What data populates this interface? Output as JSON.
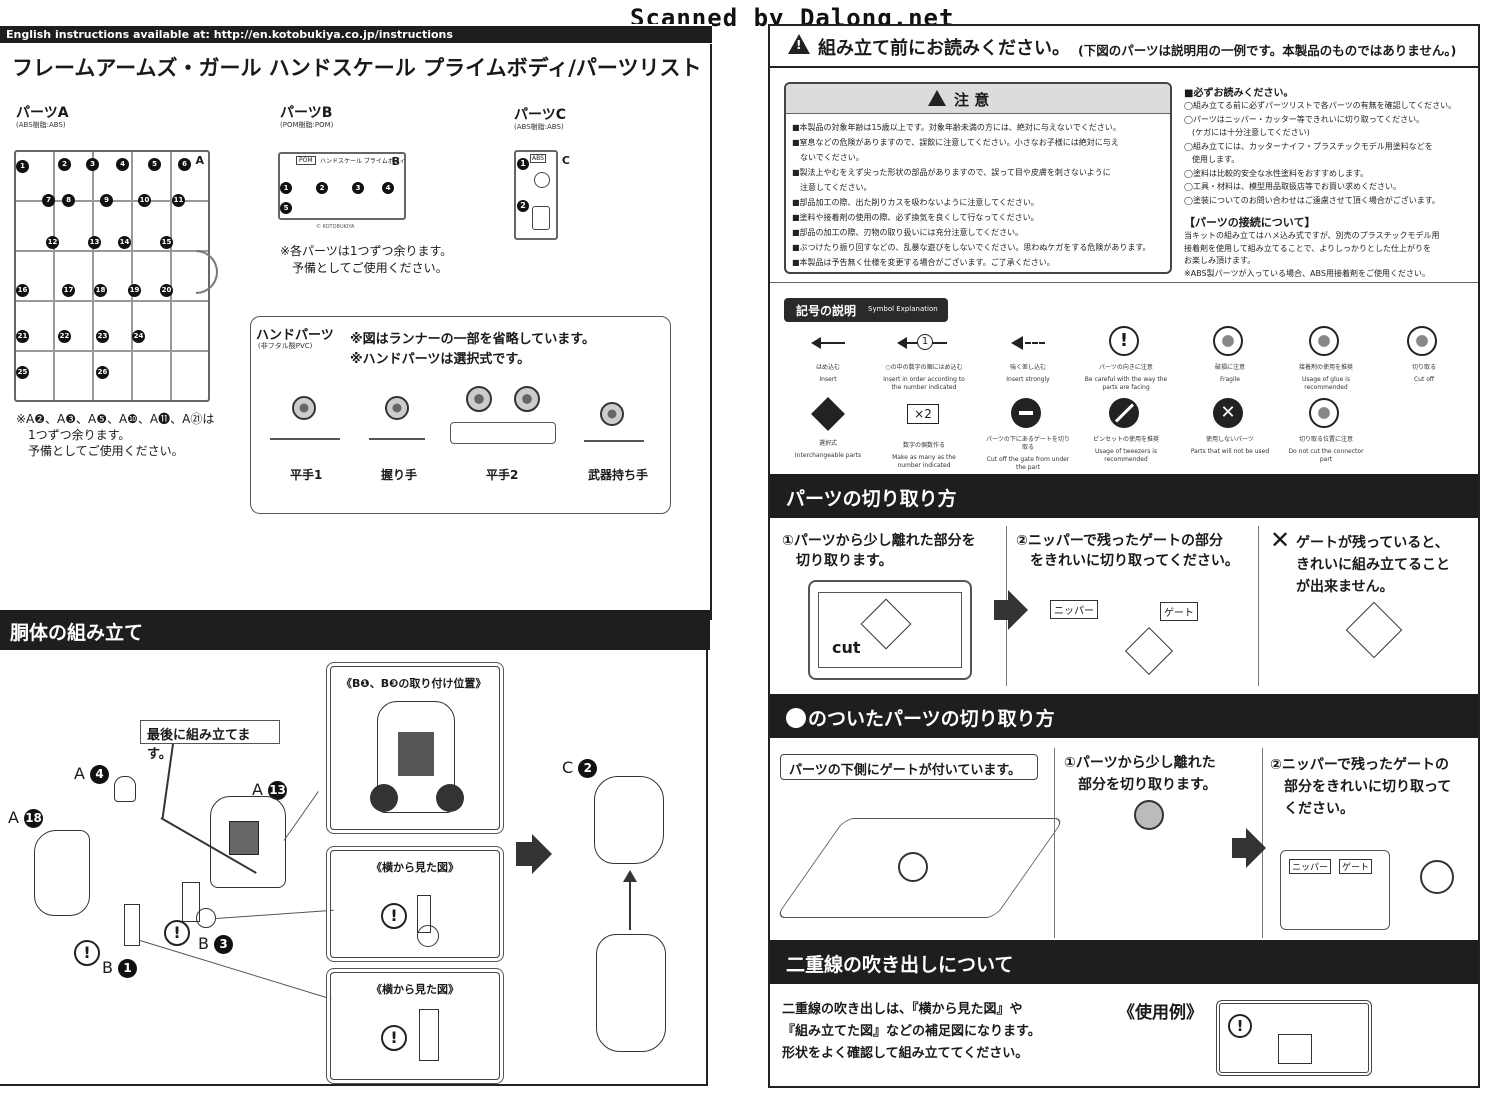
{
  "watermark": "Scanned by Dalong.net",
  "left": {
    "url_bar": "English instructions available at: http://en.kotobukiya.co.jp/instructions",
    "title": "フレームアームズ・ガール ハンドスケール プライムボディ/パーツリスト",
    "parts_a": {
      "title": "パーツA",
      "material": "(ABS樹脂:ABS)",
      "runner_label": "A",
      "numbers": [
        "1",
        "2",
        "3",
        "4",
        "5",
        "6",
        "7",
        "8",
        "9",
        "10",
        "11",
        "12",
        "13",
        "14",
        "15",
        "16",
        "17",
        "18",
        "19",
        "20",
        "21",
        "22",
        "23",
        "24",
        "25",
        "26"
      ]
    },
    "parts_b": {
      "title": "パーツB",
      "material": "(POM樹脂:POM)",
      "runner_tag": "POM",
      "runner_name": "ハンドスケール プライムボディ",
      "runner_label": "B",
      "numbers": [
        "1",
        "2",
        "3",
        "4",
        "5"
      ],
      "note1": "※各パーツは1つずつ余ります。",
      "note2": "予備としてご使用ください。"
    },
    "parts_c": {
      "title": "パーツC",
      "material": "(ABS樹脂:ABS)",
      "runner_tag": "ABS",
      "runner_label": "C",
      "numbers": [
        "1",
        "2"
      ]
    },
    "copyright": "© KOTOBUKIYA",
    "a_note1": "※A❷、A❸、A❺、A❿、A⓫、A㉑は",
    "a_note2": "1つずつ余ります。",
    "a_note3": "予備としてご使用ください。",
    "hand": {
      "title": "ハンドパーツ",
      "material": "(非フタル酸PVC)",
      "note1": "※図はランナーの一部を省略しています。",
      "note2": "※ハンドパーツは選択式です。",
      "items": [
        "平手1",
        "握り手",
        "平手2",
        "武器持ち手"
      ]
    },
    "torso": {
      "header": "胴体の組み立て",
      "callout_last": "最後に組み立てます。",
      "labels": {
        "a4": "A",
        "a4n": "4",
        "a18": "A",
        "a18n": "18",
        "a13": "A",
        "a13n": "13",
        "b3": "B",
        "b3n": "3",
        "b1": "B",
        "b1n": "1",
        "c2": "C",
        "c2n": "2"
      },
      "pos_title": "《B❶、B❸の取り付け位置》",
      "side1": "《横から見た図》",
      "side2": "《横から見た図》"
    }
  },
  "right": {
    "read_first": "組み立て前にお読みください。",
    "read_first_note": "(下図のパーツは説明用の一例です。本製品のものではありません。)",
    "caution_title": "注 意",
    "cautions": [
      "■本製品の対象年齢は15歳以上です。対象年齢未満の方には、絶対に与えないでください。",
      "■窒息などの危険がありますので、誤飲に注意してください。小さなお子様には絶対に与え",
      "　ないでください。",
      "■製法上やむをえず尖った形状の部品がありますので、誤って目や皮膚を刺さないように",
      "　注意してください。",
      "■部品加工の際、出た削りカスを吸わないように注意してください。",
      "■塗料や接着剤の使用の際、必ず換気を良くして行なってください。",
      "■部品の加工の際、刃物の取り扱いには充分注意してください。",
      "■ぶつけたり振り回すなどの、乱暴な遊びをしないでください。思わぬケガをする危険があります。",
      "■本製品は予告無く仕様を変更する場合がございます。ご了承ください。"
    ],
    "must_read_title": "■必ずお読みください。",
    "must_read": [
      "◯組み立てる前に必ずパーツリストで各パーツの有無を確認してください。",
      "◯パーツはニッパー・カッター等できれいに切り取ってください。",
      "　(ケガには十分注意してください)",
      "◯組み立てには、カッターナイフ・プラスチックモデル用塗料などを",
      "　使用します。",
      "◯塗料は比較的安全な水性塗料をおすすめします。",
      "◯工具・材料は、模型用品取扱店等でお買い求めください。",
      "◯塗装についてのお問い合わせはご遠慮させて頂く場合がございます。"
    ],
    "connect_title": "【パーツの接続について】",
    "connect": [
      "当キットの組み立てはハメ込み式ですが、別売のプラスチックモデル用",
      "接着剤を使用して組み立てることで、よりしっかりとした仕上がりを",
      "お楽しみ頂けます。",
      "※ABS製パーツが入っている場合、ABS用接着剤をご使用ください。"
    ],
    "symbol_title": "記号の説明",
    "symbol_sub": "Symbol Explanation",
    "symbols_row1": [
      {
        "icon": "insert-arrow-icon",
        "jp": "はめ込む",
        "en": "Insert"
      },
      {
        "icon": "insert-order-icon",
        "jp": "○の中の数字の順にはめ込む",
        "en": "Insert in order according to the number indicated"
      },
      {
        "icon": "insert-strongly-icon",
        "jp": "強く差し込む",
        "en": "Insert strongly"
      },
      {
        "icon": "caution-icon",
        "jp": "パーツの向きに注意",
        "en": "Be careful with the way the parts are facing"
      },
      {
        "icon": "fragile-icon",
        "jp": "破損に注意",
        "en": "Fragile"
      },
      {
        "icon": "glue-icon",
        "jp": "接着剤の使用を推奨",
        "en": "Usage of glue is recommended"
      },
      {
        "icon": "cut-off-icon",
        "jp": "切り取る",
        "en": "Cut off"
      }
    ],
    "symbols_row2": [
      {
        "icon": "interchangeable-icon",
        "jp": "選択式",
        "en": "Interchangeable parts"
      },
      {
        "icon": "multiply-icon",
        "jp": "数字の個数作る",
        "en": "Make as many as the number indicated",
        "mark": "×2"
      },
      {
        "icon": "gate-cut-icon",
        "jp": "パーツの下にあるゲートを切り取る",
        "en": "Cut off the gate from under the part"
      },
      {
        "icon": "tweezers-icon",
        "jp": "ピンセットの使用を推奨",
        "en": "Usage of tweezers is recommended"
      },
      {
        "icon": "not-used-icon",
        "jp": "使用しないパーツ",
        "en": "Parts that will not be used"
      },
      {
        "icon": "no-cut-icon",
        "jp": "切り取る位置に注意",
        "en": "Do not cut the connector part"
      }
    ],
    "cutting": {
      "header": "パーツの切り取り方",
      "step1": [
        "①パーツから少し離れた部分を",
        "　切り取ります。"
      ],
      "step2": [
        "②ニッパーで残ったゲートの部分",
        "　をきれいに切り取ってください。"
      ],
      "step3": [
        "ゲートが残っていると、",
        "きれいに組み立てること",
        "が出来ません。"
      ],
      "cut_label": "cut",
      "nipper": "ニッパー",
      "gate": "ゲート"
    },
    "gate_cutting": {
      "header": "のついたパーツの切り取り方",
      "callout": "パーツの下側にゲートが付いています。",
      "step1": [
        "①パーツから少し離れた",
        "部分を切り取ります。"
      ],
      "step2": [
        "②ニッパーで残ったゲートの",
        "部分をきれいに切り取って",
        "ください。"
      ],
      "nipper": "ニッパー",
      "gate": "ゲート"
    },
    "double_line": {
      "header": "二重線の吹き出しについて",
      "text": [
        "二重線の吹き出しは、『横から見た図』や",
        "『組み立てた図』などの補足図になります。",
        "形状をよく確認して組み立ててください。"
      ],
      "example": "《使用例》"
    }
  }
}
